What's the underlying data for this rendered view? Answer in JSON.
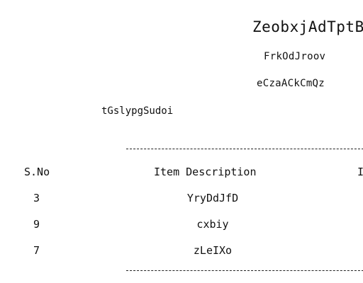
{
  "document": {
    "title": "ZeobxjAdTptB",
    "subtitle_1": "FrkOdJroov",
    "subtitle_2": "eCzaACkCmQz",
    "label": "tGslypgSudoi"
  },
  "table": {
    "headers": {
      "sno": "S.No",
      "description": "Item Description",
      "extra": "I"
    },
    "rows": [
      {
        "sno": "3",
        "description": "YryDdJfD"
      },
      {
        "sno": "9",
        "description": "cxbiy"
      },
      {
        "sno": "7",
        "description": "zLeIXo"
      }
    ]
  }
}
